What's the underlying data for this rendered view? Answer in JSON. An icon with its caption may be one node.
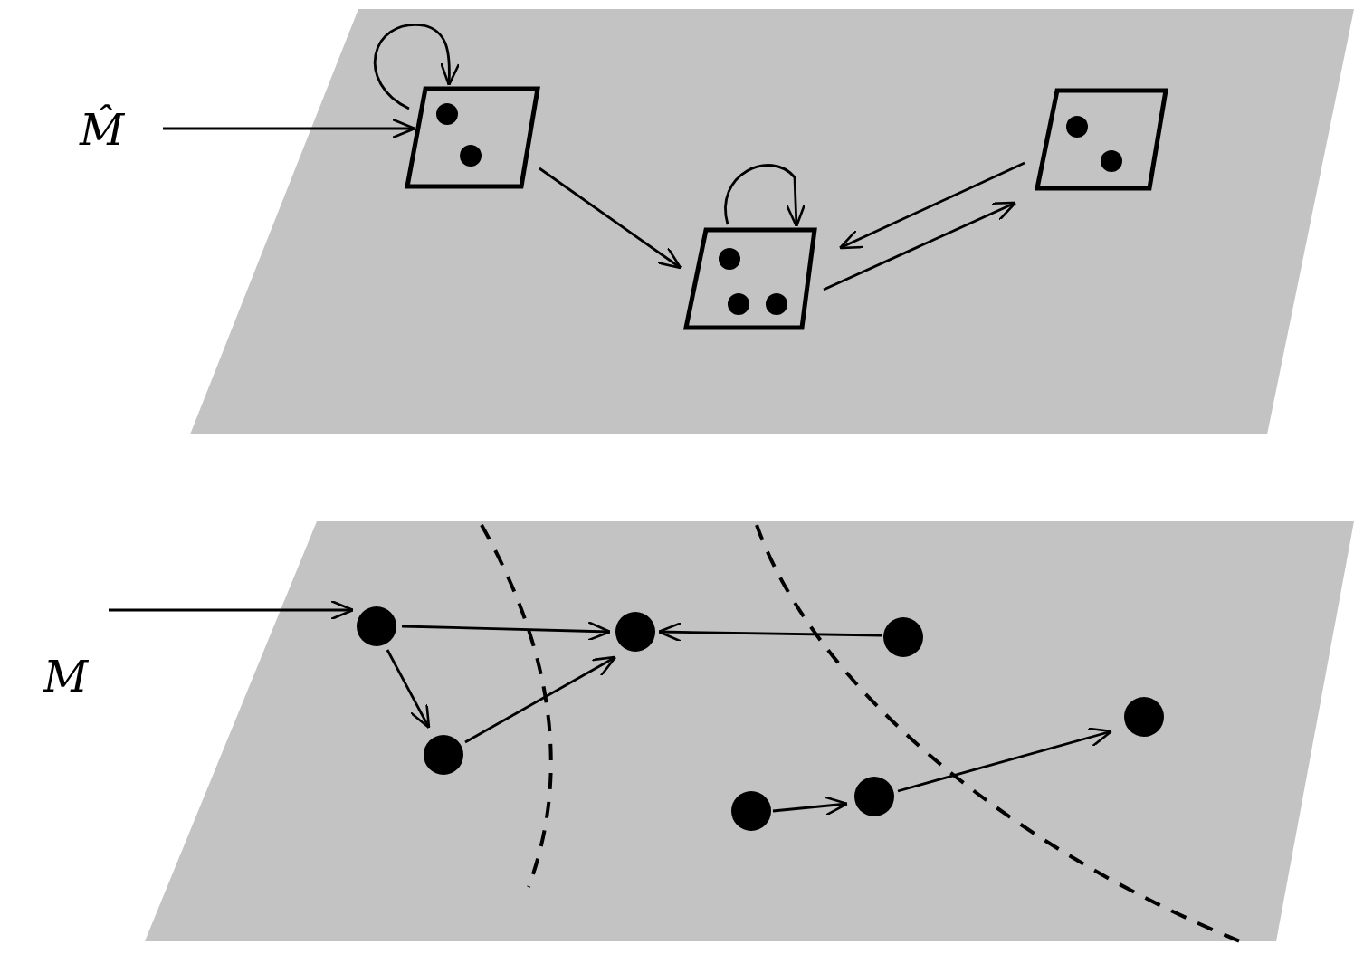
{
  "diagram": {
    "nodes": [
      {
        "text": [
          "M̂"
        ]
      },
      {
        "text": [],
        "shape": "box",
        "in": 0
      },
      {
        "text": [],
        "shape": "box",
        "in": 0
      },
      {
        "text": [],
        "shape": "box",
        "in": 0
      },
      {
        "text": [
          "M"
        ]
      },
      {
        "text": [],
        "shape": "circle",
        "in": 4
      },
      {
        "text": [],
        "shape": "circle",
        "in": 4
      },
      {
        "text": [],
        "shape": "circle",
        "in": 4
      },
      {
        "text": [],
        "shape": "circle",
        "in": 4
      },
      {
        "text": [],
        "shape": "circle",
        "in": 4
      },
      {
        "text": [],
        "shape": "circle",
        "in": 4
      },
      {
        "text": [],
        "shape": "circle",
        "in": 4
      }
    ],
    "edges": [
      {
        "from": null,
        "to": 1,
        "arrow": "to"
      },
      {
        "from": 1,
        "to": 1,
        "arrow": "to"
      },
      {
        "from": 1,
        "to": 2,
        "arrow": "to"
      },
      {
        "from": 2,
        "to": 2,
        "arrow": "to"
      },
      {
        "from": 3,
        "to": 2,
        "arrow": "to"
      },
      {
        "from": 2,
        "to": 3,
        "arrow": "to"
      },
      {
        "from": null,
        "to": 5,
        "arrow": "to"
      },
      {
        "from": 5,
        "to": 6,
        "arrow": "to"
      },
      {
        "from": 5,
        "to": 7,
        "arrow": "to"
      },
      {
        "from": 7,
        "to": 6,
        "arrow": "to"
      },
      {
        "from": 8,
        "to": 6,
        "arrow": "to"
      },
      {
        "from": 9,
        "to": 10,
        "arrow": "to"
      },
      {
        "from": 10,
        "to": 11,
        "arrow": "to"
      }
    ]
  }
}
